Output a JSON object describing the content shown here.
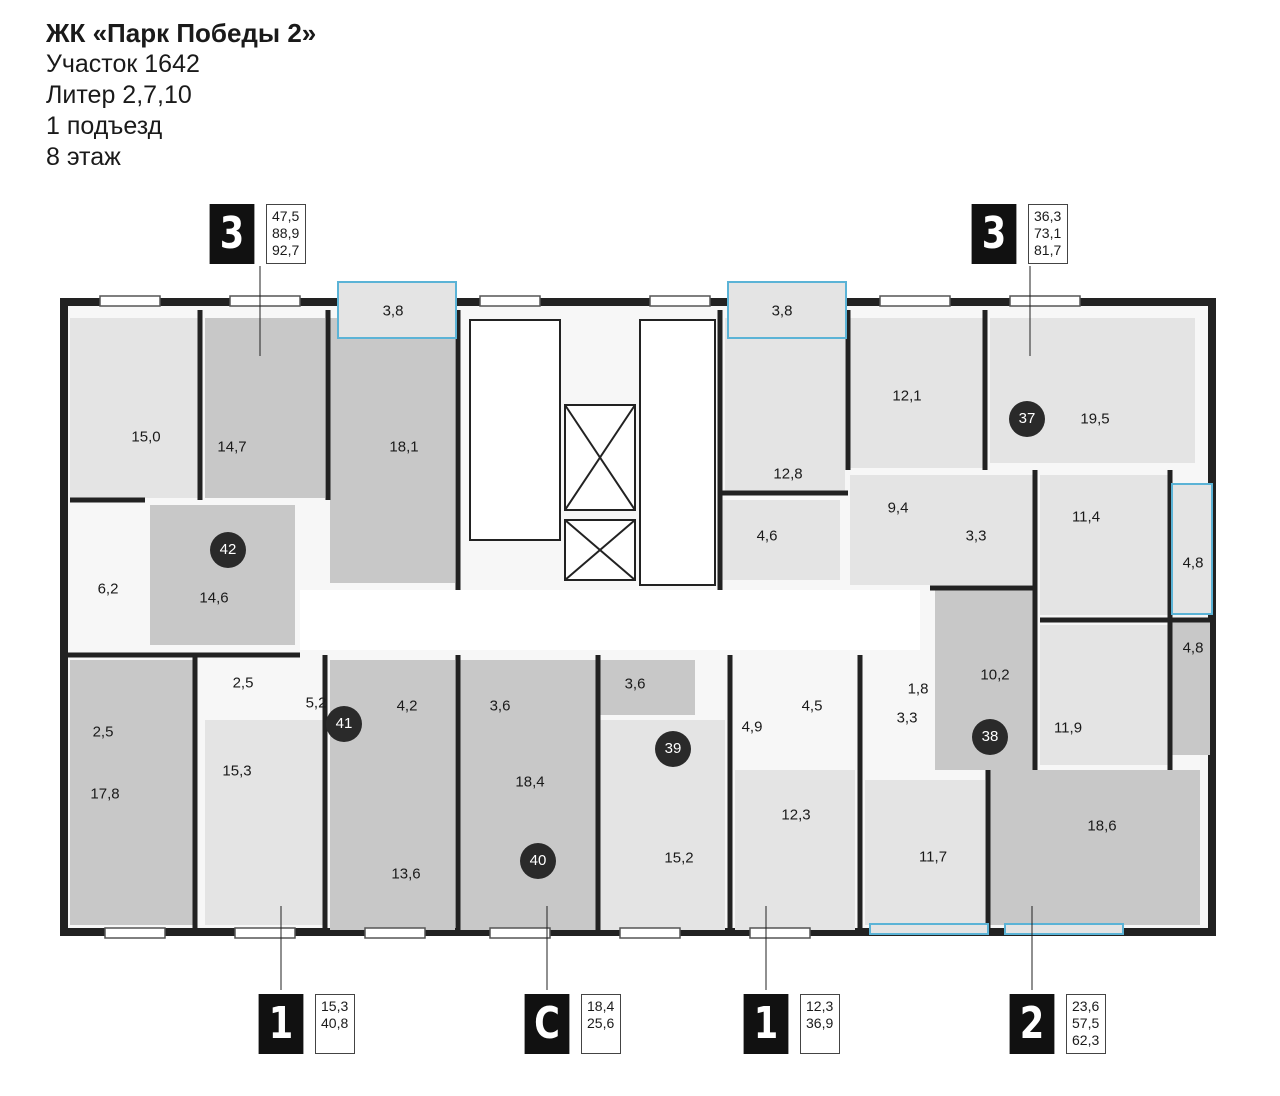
{
  "header": {
    "title": "ЖК «Парк Победы 2»",
    "plot": "Участок 1642",
    "liter": "Литер 2,7,10",
    "entrance": "1 подъезд",
    "floor": "8 этаж"
  },
  "badges": [
    {
      "rooms": "3",
      "values": [
        "47,5",
        "88,9",
        "92,7"
      ]
    },
    {
      "rooms": "3",
      "values": [
        "36,3",
        "73,1",
        "81,7"
      ]
    },
    {
      "rooms": "1",
      "values": [
        "15,3",
        "40,8"
      ]
    },
    {
      "rooms": "С",
      "values": [
        "18,4",
        "25,6"
      ]
    },
    {
      "rooms": "1",
      "values": [
        "12,3",
        "36,9"
      ]
    },
    {
      "rooms": "2",
      "values": [
        "23,6",
        "57,5",
        "62,3"
      ]
    }
  ],
  "apartments": [
    "42",
    "41",
    "40",
    "39",
    "38",
    "37"
  ],
  "areas": [
    "3,8",
    "3,8",
    "15,0",
    "14,7",
    "18,1",
    "12,1",
    "19,5",
    "12,8",
    "14,6",
    "6,2",
    "9,4",
    "3,3",
    "11,4",
    "4,6",
    "4,8",
    "4,8",
    "2,5",
    "5,2",
    "4,2",
    "3,6",
    "3,6",
    "4,9",
    "4,5",
    "1,8",
    "3,3",
    "10,2",
    "11,9",
    "2,5",
    "17,8",
    "15,3",
    "13,6",
    "18,4",
    "15,2",
    "12,3",
    "11,7",
    "18,6"
  ]
}
